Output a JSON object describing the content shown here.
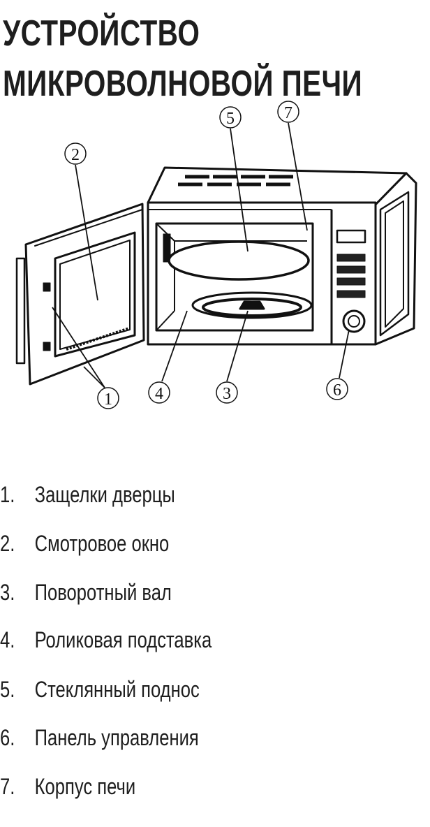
{
  "title": {
    "line1": "УСТРОЙСТВО",
    "line2": "МИКРОВОЛНОВОЙ ПЕЧИ"
  },
  "diagram": {
    "markers": [
      "1",
      "2",
      "3",
      "4",
      "5",
      "6",
      "7"
    ]
  },
  "legend": [
    {
      "num": "1.",
      "label": "Защелки дверцы"
    },
    {
      "num": "2.",
      "label": "Смотровое окно"
    },
    {
      "num": "3.",
      "label": "Поворотный вал"
    },
    {
      "num": "4.",
      "label": "Роликовая подставка"
    },
    {
      "num": "5.",
      "label": "Стеклянный поднос"
    },
    {
      "num": "6.",
      "label": "Панель управления"
    },
    {
      "num": "7.",
      "label": "Корпус печи"
    }
  ]
}
